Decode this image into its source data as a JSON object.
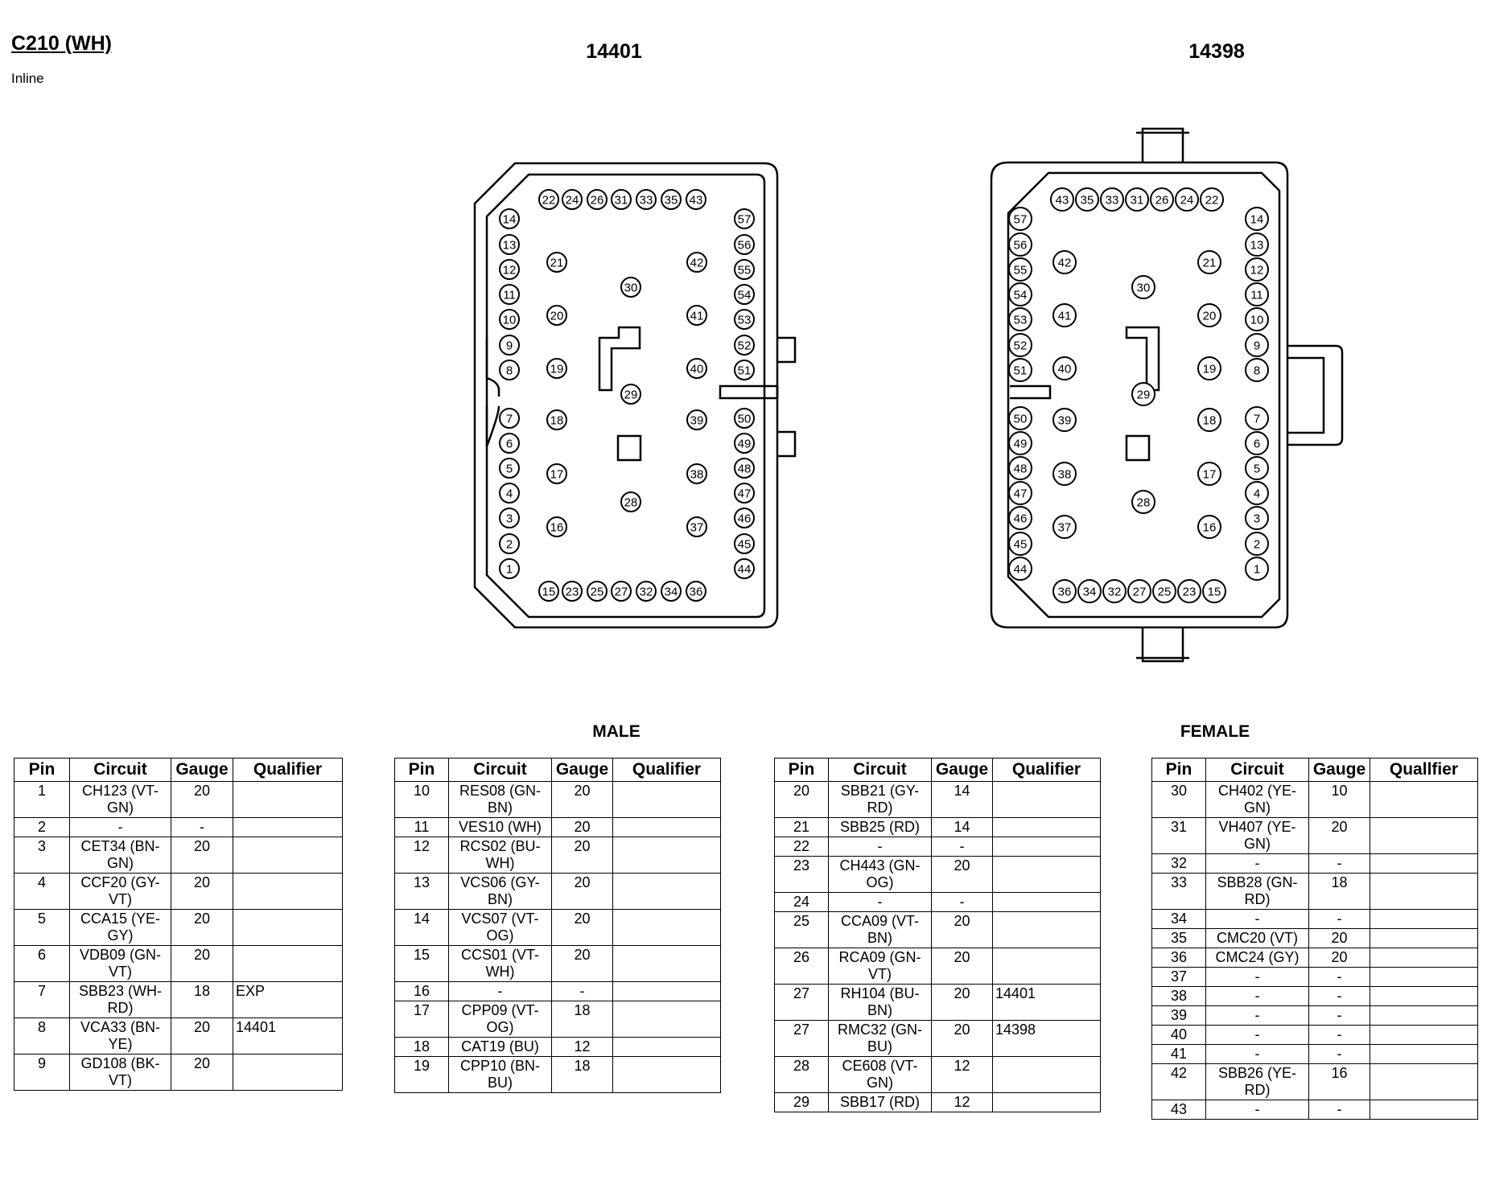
{
  "connector": {
    "title": "C210 (WH)",
    "subtitle": "Inline"
  },
  "views": [
    {
      "part": "14401",
      "gender": "MALE"
    },
    {
      "part": "14398",
      "gender": "FEMALE"
    }
  ],
  "table_headers": {
    "pin": "Pin",
    "circuit": "Circuit",
    "gauge": "Gauge",
    "qualifier": "Qualifier",
    "qualifier_alt": "Quallfier"
  },
  "tables": [
    {
      "rows": [
        {
          "pin": "1",
          "circuit": "CH123 (VT-GN)",
          "gauge": "20",
          "qualifier": ""
        },
        {
          "pin": "2",
          "circuit": "-",
          "gauge": "-",
          "qualifier": ""
        },
        {
          "pin": "3",
          "circuit": "CET34 (BN-GN)",
          "gauge": "20",
          "qualifier": ""
        },
        {
          "pin": "4",
          "circuit": "CCF20 (GY-VT)",
          "gauge": "20",
          "qualifier": ""
        },
        {
          "pin": "5",
          "circuit": "CCA15 (YE-GY)",
          "gauge": "20",
          "qualifier": ""
        },
        {
          "pin": "6",
          "circuit": "VDB09 (GN-VT)",
          "gauge": "20",
          "qualifier": ""
        },
        {
          "pin": "7",
          "circuit": "SBB23 (WH-RD)",
          "gauge": "18",
          "qualifier": "EXP"
        },
        {
          "pin": "8",
          "circuit": "VCA33 (BN-YE)",
          "gauge": "20",
          "qualifier": "14401"
        },
        {
          "pin": "9",
          "circuit": "GD108 (BK-VT)",
          "gauge": "20",
          "qualifier": ""
        }
      ]
    },
    {
      "rows": [
        {
          "pin": "10",
          "circuit": "RES08 (GN-BN)",
          "gauge": "20",
          "qualifier": ""
        },
        {
          "pin": "11",
          "circuit": "VES10 (WH)",
          "gauge": "20",
          "qualifier": ""
        },
        {
          "pin": "12",
          "circuit": "RCS02 (BU-WH)",
          "gauge": "20",
          "qualifier": ""
        },
        {
          "pin": "13",
          "circuit": "VCS06 (GY-BN)",
          "gauge": "20",
          "qualifier": ""
        },
        {
          "pin": "14",
          "circuit": "VCS07 (VT-OG)",
          "gauge": "20",
          "qualifier": ""
        },
        {
          "pin": "15",
          "circuit": "CCS01 (VT-WH)",
          "gauge": "20",
          "qualifier": ""
        },
        {
          "pin": "16",
          "circuit": "-",
          "gauge": "-",
          "qualifier": ""
        },
        {
          "pin": "17",
          "circuit": "CPP09 (VT-OG)",
          "gauge": "18",
          "qualifier": ""
        },
        {
          "pin": "18",
          "circuit": "CAT19 (BU)",
          "gauge": "12",
          "qualifier": ""
        },
        {
          "pin": "19",
          "circuit": "CPP10 (BN-BU)",
          "gauge": "18",
          "qualifier": ""
        }
      ]
    },
    {
      "rows": [
        {
          "pin": "20",
          "circuit": "SBB21 (GY-RD)",
          "gauge": "14",
          "qualifier": ""
        },
        {
          "pin": "21",
          "circuit": "SBB25 (RD)",
          "gauge": "14",
          "qualifier": ""
        },
        {
          "pin": "22",
          "circuit": "-",
          "gauge": "-",
          "qualifier": ""
        },
        {
          "pin": "23",
          "circuit": "CH443 (GN-OG)",
          "gauge": "20",
          "qualifier": ""
        },
        {
          "pin": "24",
          "circuit": "-",
          "gauge": "-",
          "qualifier": ""
        },
        {
          "pin": "25",
          "circuit": "CCA09 (VT-BN)",
          "gauge": "20",
          "qualifier": ""
        },
        {
          "pin": "26",
          "circuit": "RCA09 (GN-VT)",
          "gauge": "20",
          "qualifier": ""
        },
        {
          "pin": "27",
          "circuit": "RH104 (BU-BN)",
          "gauge": "20",
          "qualifier": "14401"
        },
        {
          "pin": "27",
          "circuit": "RMC32 (GN-BU)",
          "gauge": "20",
          "qualifier": "14398"
        },
        {
          "pin": "28",
          "circuit": "CE608 (VT-GN)",
          "gauge": "12",
          "qualifier": ""
        },
        {
          "pin": "29",
          "circuit": "SBB17 (RD)",
          "gauge": "12",
          "qualifier": ""
        }
      ]
    },
    {
      "rows": [
        {
          "pin": "30",
          "circuit": "CH402 (YE-GN)",
          "gauge": "10",
          "qualifier": ""
        },
        {
          "pin": "31",
          "circuit": "VH407 (YE-GN)",
          "gauge": "20",
          "qualifier": ""
        },
        {
          "pin": "32",
          "circuit": "-",
          "gauge": "-",
          "qualifier": ""
        },
        {
          "pin": "33",
          "circuit": "SBB28 (GN-RD)",
          "gauge": "18",
          "qualifier": ""
        },
        {
          "pin": "34",
          "circuit": "-",
          "gauge": "-",
          "qualifier": ""
        },
        {
          "pin": "35",
          "circuit": "CMC20 (VT)",
          "gauge": "20",
          "qualifier": ""
        },
        {
          "pin": "36",
          "circuit": "CMC24 (GY)",
          "gauge": "20",
          "qualifier": ""
        },
        {
          "pin": "37",
          "circuit": "-",
          "gauge": "-",
          "qualifier": ""
        },
        {
          "pin": "38",
          "circuit": "-",
          "gauge": "-",
          "qualifier": ""
        },
        {
          "pin": "39",
          "circuit": "-",
          "gauge": "-",
          "qualifier": ""
        },
        {
          "pin": "40",
          "circuit": "-",
          "gauge": "-",
          "qualifier": ""
        },
        {
          "pin": "41",
          "circuit": "-",
          "gauge": "-",
          "qualifier": ""
        },
        {
          "pin": "42",
          "circuit": "SBB26 (YE-RD)",
          "gauge": "16",
          "qualifier": ""
        },
        {
          "pin": "43",
          "circuit": "-",
          "gauge": "-",
          "qualifier": ""
        }
      ]
    }
  ]
}
